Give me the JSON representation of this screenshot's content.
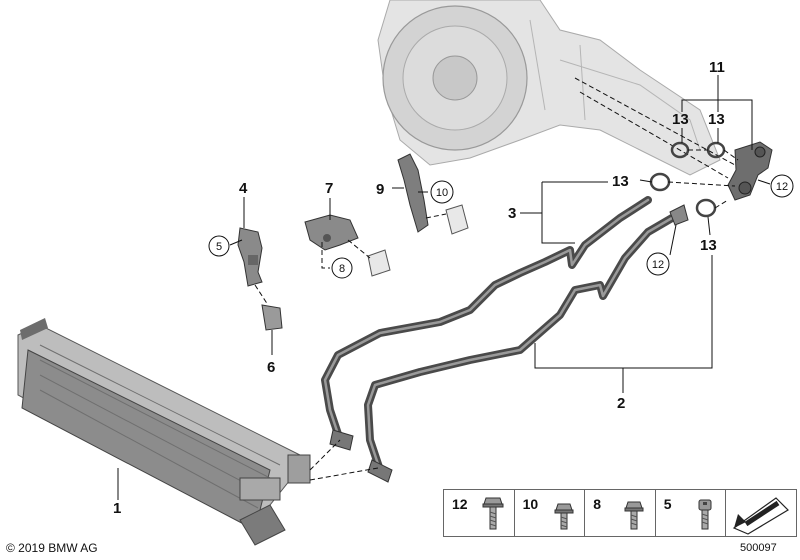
{
  "callouts": {
    "c1": "1",
    "c2": "2",
    "c3": "3",
    "c4": "4",
    "c5": "5",
    "c6": "6",
    "c7": "7",
    "c8": "8",
    "c9": "9",
    "c10": "10",
    "c11": "11",
    "c12a": "12",
    "c12b": "12",
    "c13a": "13",
    "c13b": "13",
    "c13c": "13",
    "c13d": "13"
  },
  "legend": [
    {
      "label": "12",
      "icon": "bolt-12-icon"
    },
    {
      "label": "10",
      "icon": "bolt-10-icon"
    },
    {
      "label": "8",
      "icon": "bolt-8-icon"
    },
    {
      "label": "5",
      "icon": "bolt-5-icon"
    },
    {
      "label": "",
      "icon": "direction-arrow-icon"
    }
  ],
  "footer": {
    "copyright": "© 2019 BMW AG",
    "image_number": "500097"
  },
  "colors": {
    "hose": "#4a4a4a",
    "cooler": "#8c8c8c",
    "transmission": "#cfcfcf"
  }
}
